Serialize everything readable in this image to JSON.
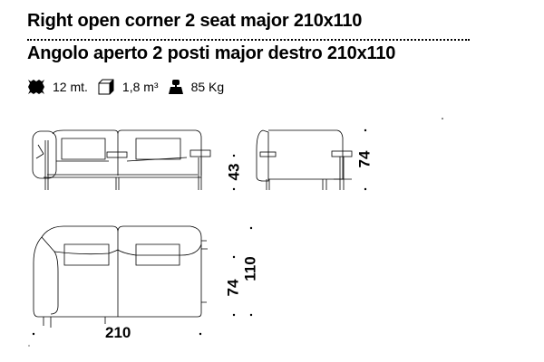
{
  "title_en": "Right open corner 2 seat major 210x110",
  "title_it": "Angolo aperto 2 posti major destro 210x110",
  "specs": [
    {
      "icon": "fabric-icon",
      "value": "12 mt."
    },
    {
      "icon": "volume-cube-icon",
      "value": "1,8 m³"
    },
    {
      "icon": "weight-icon",
      "value": "85 Kg"
    }
  ],
  "dimensions": {
    "front_seat_height": "43",
    "side_height": "74",
    "plan_depth_inner": "74",
    "plan_depth_total": "110",
    "plan_width": "210"
  }
}
